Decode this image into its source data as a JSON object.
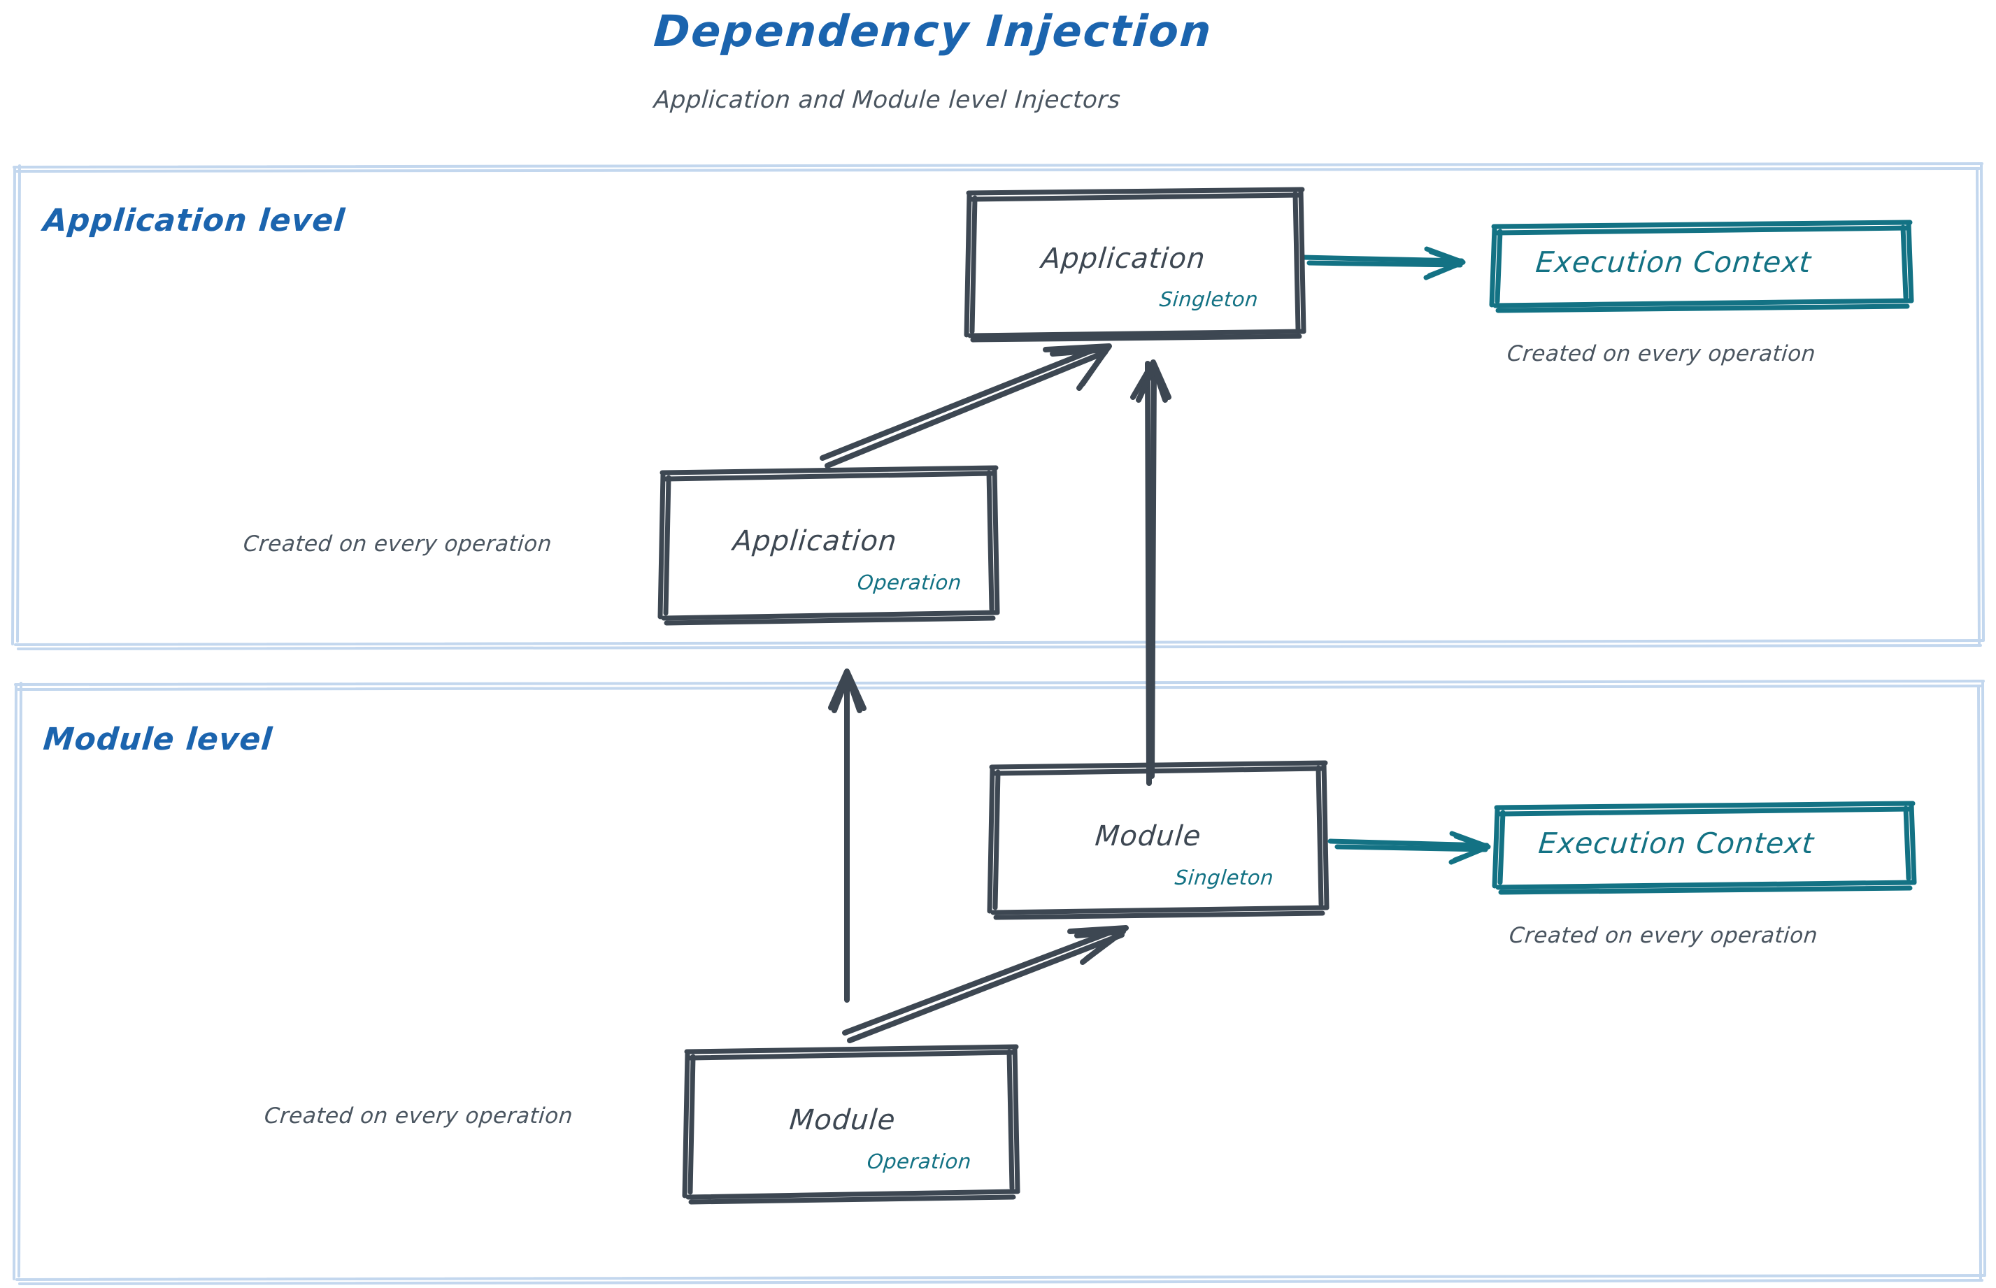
{
  "header": {
    "title": "Dependency Injection",
    "subtitle": "Application and Module level Injectors"
  },
  "colors": {
    "title_blue": "#1b64ae",
    "panel_border": "#c3d7ee",
    "node_stroke": "#3d4752",
    "teal": "#137284",
    "caption_gray": "#4a5560",
    "background": "#ffffff"
  },
  "panels": [
    {
      "id": "application-level",
      "label": "Application level"
    },
    {
      "id": "module-level",
      "label": "Module level"
    }
  ],
  "nodes": {
    "application_singleton": {
      "title": "Application",
      "scope": "Singleton"
    },
    "application_operation": {
      "title": "Application",
      "scope": "Operation"
    },
    "module_singleton": {
      "title": "Module",
      "scope": "Singleton"
    },
    "module_operation": {
      "title": "Module",
      "scope": "Operation"
    },
    "execution_context_app": {
      "title": "Execution Context"
    },
    "execution_context_module": {
      "title": "Execution Context"
    }
  },
  "captions": {
    "exec_ctx_app": "Created on every operation",
    "app_operation": "Created on every operation",
    "exec_ctx_module": "Created on every operation",
    "module_operation": "Created on every operation"
  }
}
